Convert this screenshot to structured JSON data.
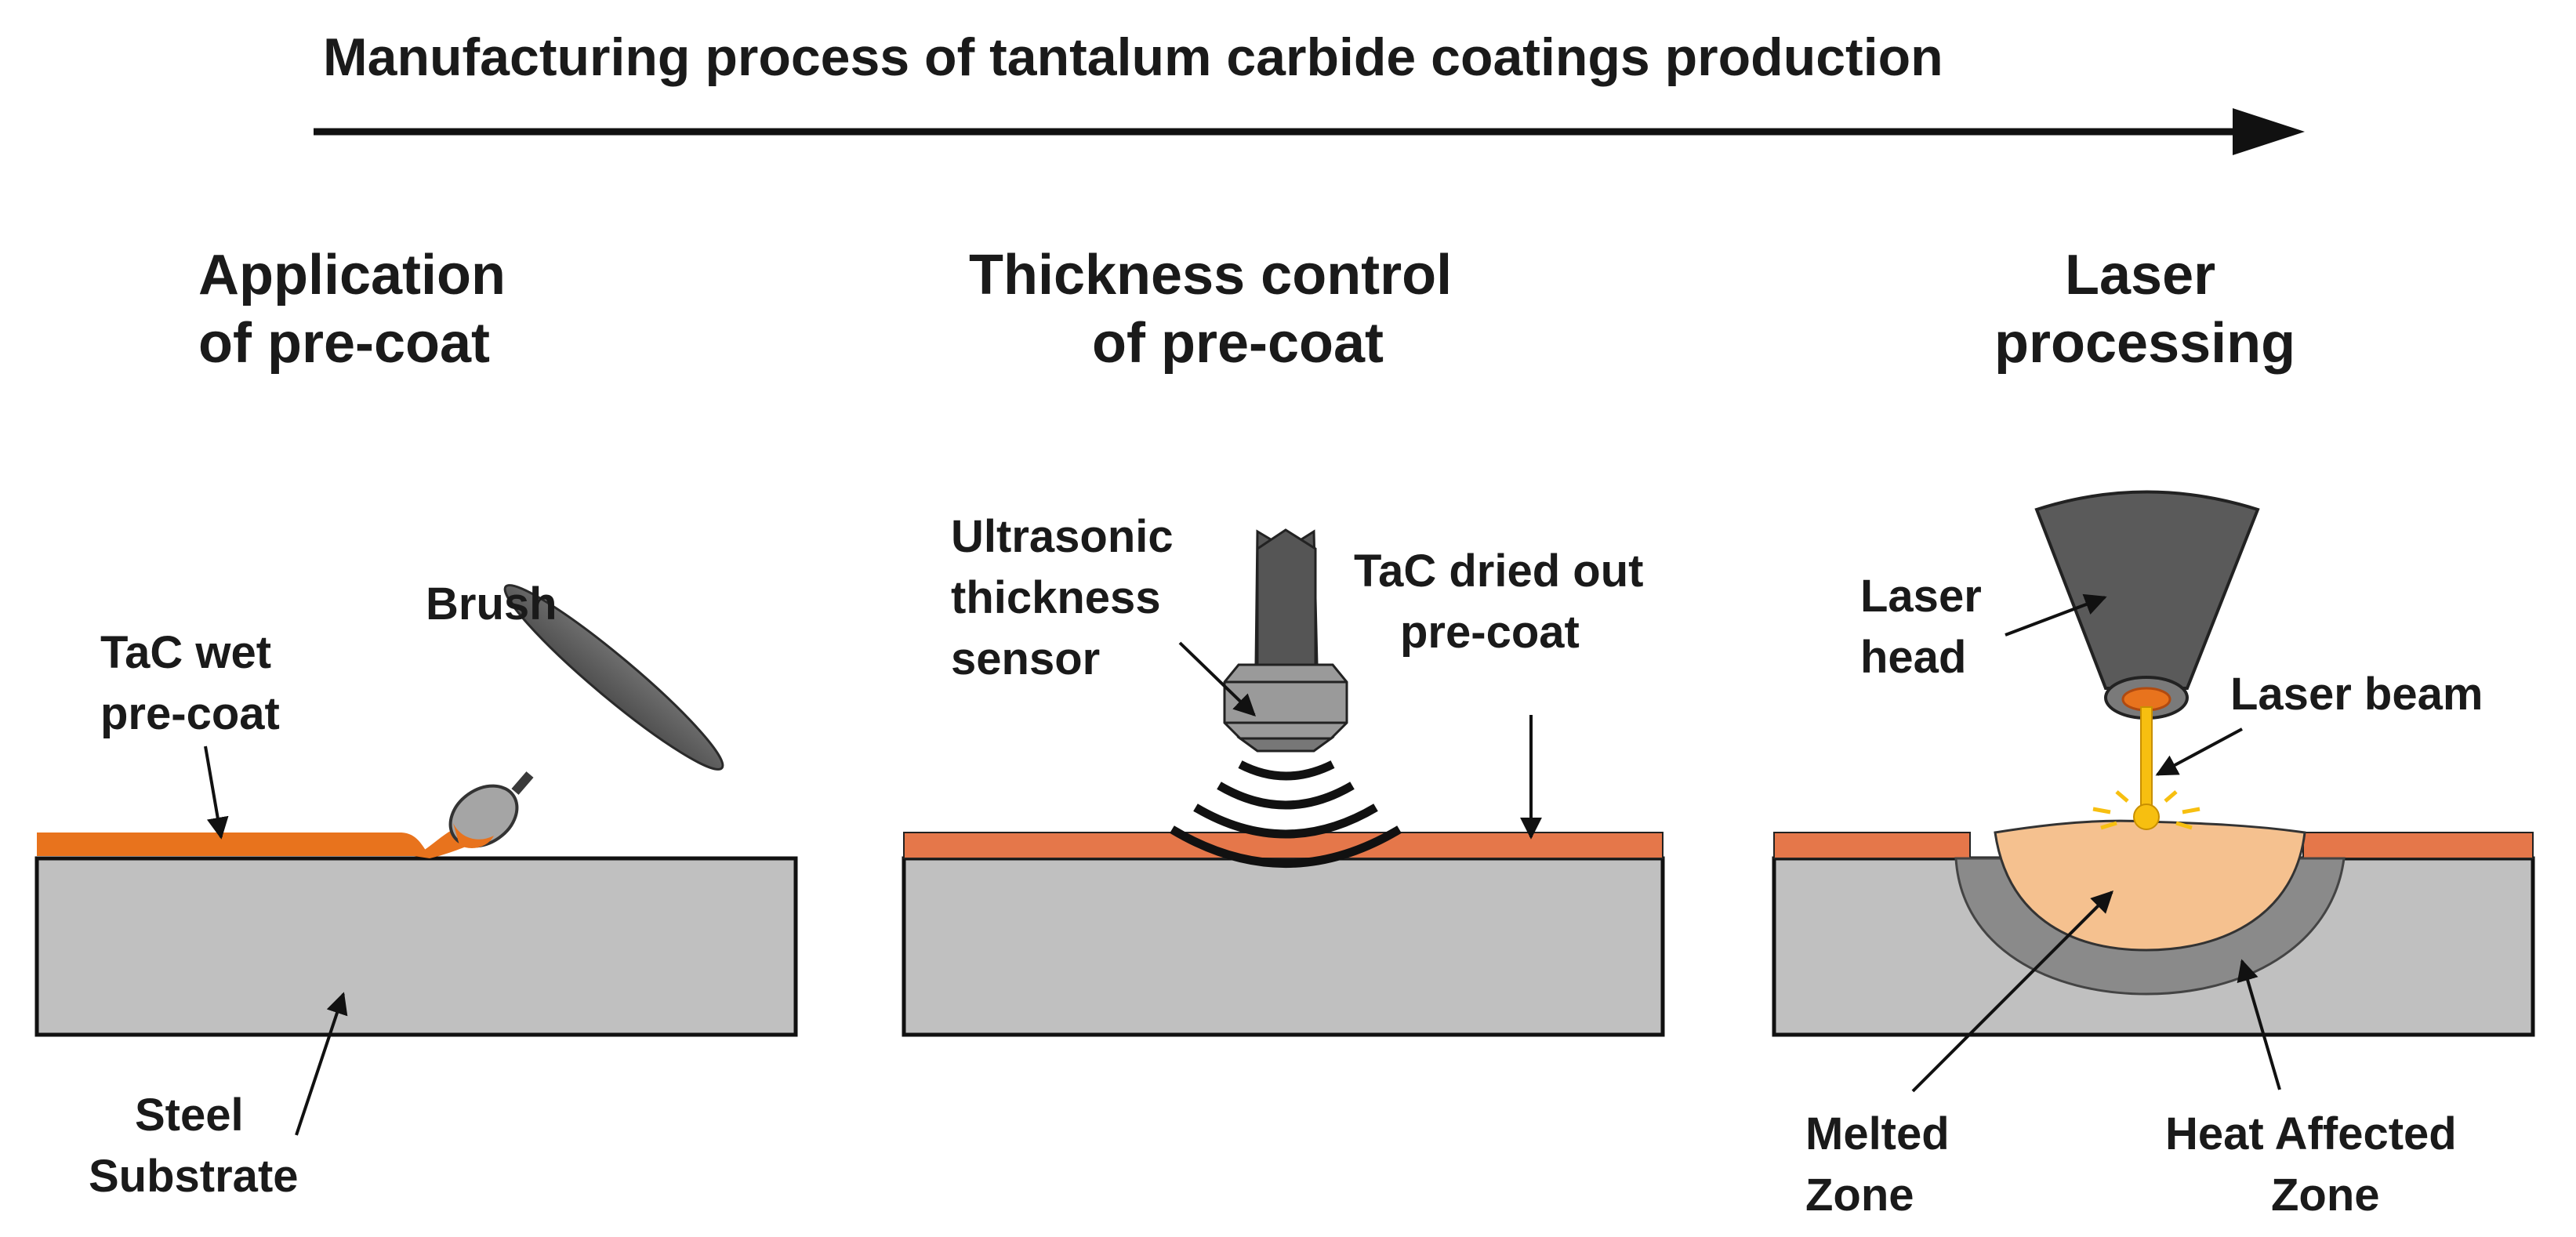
{
  "title": "Manufacturing process of tantalum carbide coatings production",
  "steps": [
    {
      "heading": [
        "Application",
        "of pre-coat"
      ],
      "labels": {
        "brush": "Brush",
        "wet_precoat": [
          "TaC wet",
          "pre-coat"
        ],
        "substrate": [
          "Steel",
          "Substrate"
        ]
      }
    },
    {
      "heading": [
        "Thickness control",
        "of pre-coat"
      ],
      "labels": {
        "sensor": [
          "Ultrasonic",
          "thickness",
          "sensor"
        ],
        "dried_precoat": [
          "TaC dried out",
          "pre-coat"
        ]
      }
    },
    {
      "heading": [
        "Laser",
        "processing"
      ],
      "labels": {
        "laser_head": [
          "Laser",
          "head"
        ],
        "laser_beam": "Laser beam",
        "melted_zone": [
          "Melted",
          "Zone"
        ],
        "haz": [
          "Heat Affected",
          "Zone"
        ]
      }
    }
  ],
  "colors": {
    "precoat_wet": "#e8731d",
    "precoat_dried": "#e5774a",
    "substrate": "#c0c0c0",
    "melted_zone": "#f5c18f",
    "haz": "#8a8a8a",
    "device": "#5a5a5a",
    "beam": "#f7bf10"
  }
}
